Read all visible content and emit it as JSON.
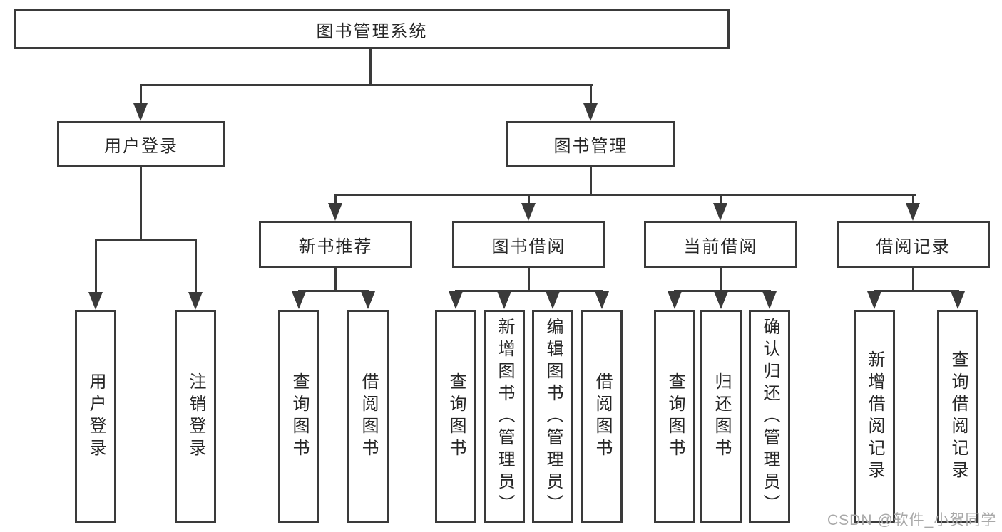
{
  "tree": {
    "root": "图书管理系统",
    "branches": [
      {
        "label": "用户登录",
        "leaves": [
          "用户登录",
          "注销登录"
        ]
      },
      {
        "label": "图书管理",
        "children": [
          {
            "label": "新书推荐",
            "leaves": [
              "查询图书",
              "借阅图书"
            ]
          },
          {
            "label": "图书借阅",
            "leaves": [
              "查询图书",
              "新增图书（管理员）",
              "编辑图书（管理员）",
              "借阅图书"
            ]
          },
          {
            "label": "当前借阅",
            "leaves": [
              "查询图书",
              "归还图书",
              "确认归还（管理员）"
            ]
          },
          {
            "label": "借阅记录",
            "leaves": [
              "新增借阅记录",
              "查询借阅记录"
            ]
          }
        ]
      }
    ],
    "watermark": "CSDN @软件_小贺同学",
    "colors": {
      "line": "#3a3a3a",
      "text": "#262626",
      "watermark": "#a8a8a8",
      "background": "#ffffff"
    }
  }
}
